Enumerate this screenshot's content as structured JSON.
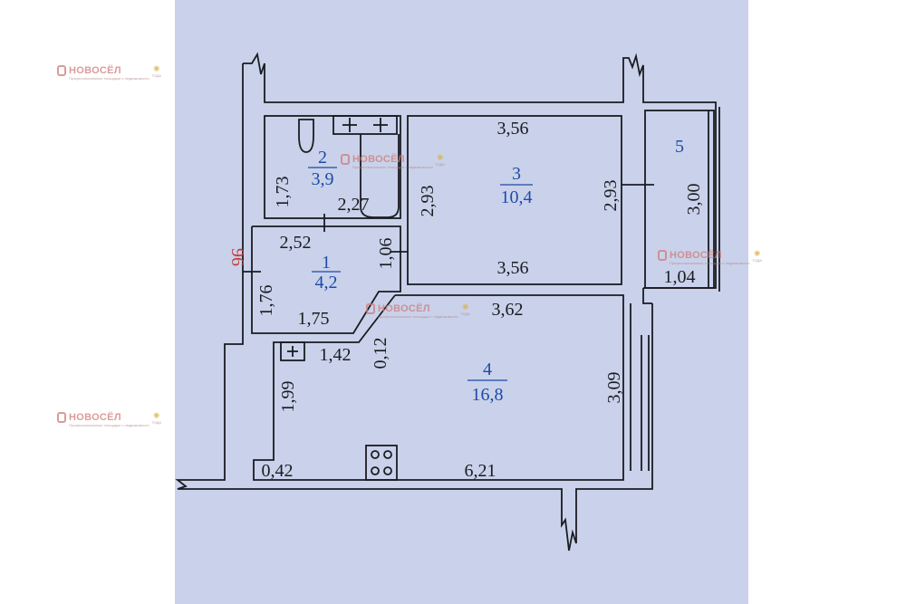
{
  "plan": {
    "rooms": [
      {
        "id": "1",
        "area": "4,2"
      },
      {
        "id": "2",
        "area": "3,9"
      },
      {
        "id": "3",
        "area": "10,4"
      },
      {
        "id": "4",
        "area": "16,8"
      },
      {
        "id": "5",
        "area": ""
      }
    ],
    "dims": {
      "bath_height": "1,73",
      "bath_width": "2,27",
      "room3_top": "3,56",
      "room3_left": "2,93",
      "room3_right": "2,93",
      "room3_bottom": "3,56",
      "balcony_height": "3,00",
      "balcony_width": "1,04",
      "hall_top": "2,52",
      "hall_right": "1,06",
      "hall_left": "1,76",
      "hall_bottom": "1,75",
      "room4_top": "3,62",
      "room4_right": "3,09",
      "diag": "0,12",
      "niche_width": "1,42",
      "niche_height": "1,99",
      "bottom_left": "0,42",
      "bottom_main": "6,21"
    },
    "side_mark": "96"
  },
  "watermark": {
    "brand": "НОВОСЁЛ",
    "tagline": "Профессиональные площадки о недвижимости",
    "badge": "ГОДА"
  },
  "colors": {
    "paper": "#c9d2ea",
    "ink": "#1b1b22",
    "room_number": "#1f4aa8",
    "red_mark": "#c63a3a",
    "watermark": "#d07a78"
  }
}
